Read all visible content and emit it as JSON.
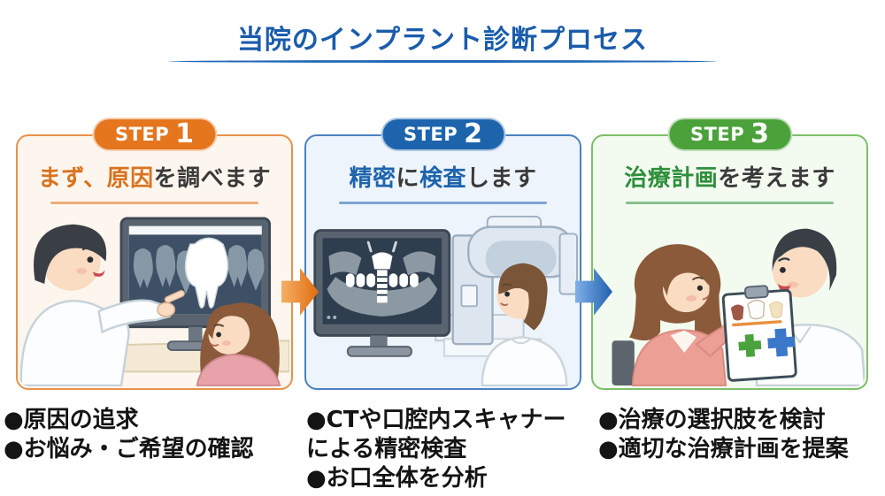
{
  "title": {
    "text": "当院のインプラント診断プロセス",
    "color": "#1a5cab"
  },
  "steps": [
    {
      "badge_label": "STEP",
      "badge_number": "1",
      "heading_segments": [
        {
          "text": "まず、原因",
          "accent": true
        },
        {
          "text": "を調べます",
          "accent": false
        }
      ],
      "bullet_lines": [
        "●原因の追求",
        "●お悩み・ご希望の確認"
      ],
      "illustration": "dentist-explaining-xray",
      "colors": {
        "accent": "#d9731f",
        "badge": "#e5761e",
        "border": "#e8914d",
        "background": "#fdf6ee"
      }
    },
    {
      "badge_label": "STEP",
      "badge_number": "2",
      "heading_segments": [
        {
          "text": "精密",
          "accent": true
        },
        {
          "text": "に",
          "accent": false
        },
        {
          "text": "検査",
          "accent": true
        },
        {
          "text": "します",
          "accent": false
        }
      ],
      "bullet_lines": [
        "●CTや口腔内スキャナー",
        "による精密検査",
        "●お口全体を分析"
      ],
      "illustration": "ct-scan-examination",
      "colors": {
        "accent": "#1d64ad",
        "badge": "#1d64ad",
        "border": "#4a82c0",
        "background": "#eef4fb"
      }
    },
    {
      "badge_label": "STEP",
      "badge_number": "3",
      "heading_segments": [
        {
          "text": "治療計画",
          "accent": true
        },
        {
          "text": "を考えます",
          "accent": false
        }
      ],
      "bullet_lines": [
        "●治療の選択肢を検討",
        "●適切な治療計画を提案"
      ],
      "illustration": "treatment-plan-discussion",
      "colors": {
        "accent": "#2e8f3c",
        "badge": "#4ba23a",
        "border": "#7cbf69",
        "background": "#f3faf0"
      }
    }
  ],
  "arrows": [
    {
      "direction": "right",
      "color_start": "#f5b066",
      "color_end": "#e06c10"
    },
    {
      "direction": "right",
      "color_start": "#7fb0e8",
      "color_end": "#2260ae"
    }
  ]
}
